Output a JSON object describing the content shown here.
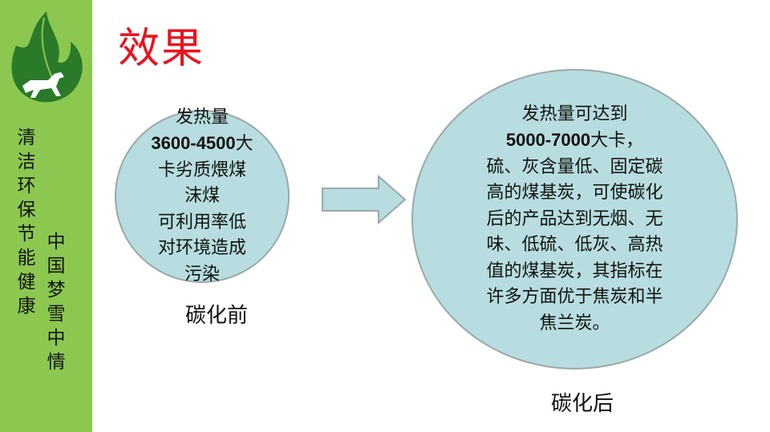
{
  "sidebar": {
    "slogan_1": "清洁环保节能健康",
    "slogan_2": "中国梦雪中情",
    "logo_icon": "flame-horse-logo"
  },
  "title": "效果",
  "before": {
    "lines": [
      "发热量",
      "3600-4500",
      "大",
      "卡劣质煨煤",
      "沫煤",
      "可利用率低",
      "对环境造成",
      "污染"
    ],
    "label": "碳化前"
  },
  "after": {
    "lines": [
      "发热量可达到",
      "5000-7000",
      "大卡，",
      "硫、灰含量低、固定碳",
      "高的煤基炭，可使碳化",
      "后的产品达到无烟、无",
      "味、低硫、低灰、高热",
      "值的煤基炭，其指标在",
      "许多方面优于焦炭和半",
      "焦兰炭。"
    ],
    "label": "碳化后"
  },
  "colors": {
    "sidebar": "#8cc850",
    "title": "#e8141e",
    "circle": "#b7dde0",
    "arrow": "#b7dde0"
  }
}
